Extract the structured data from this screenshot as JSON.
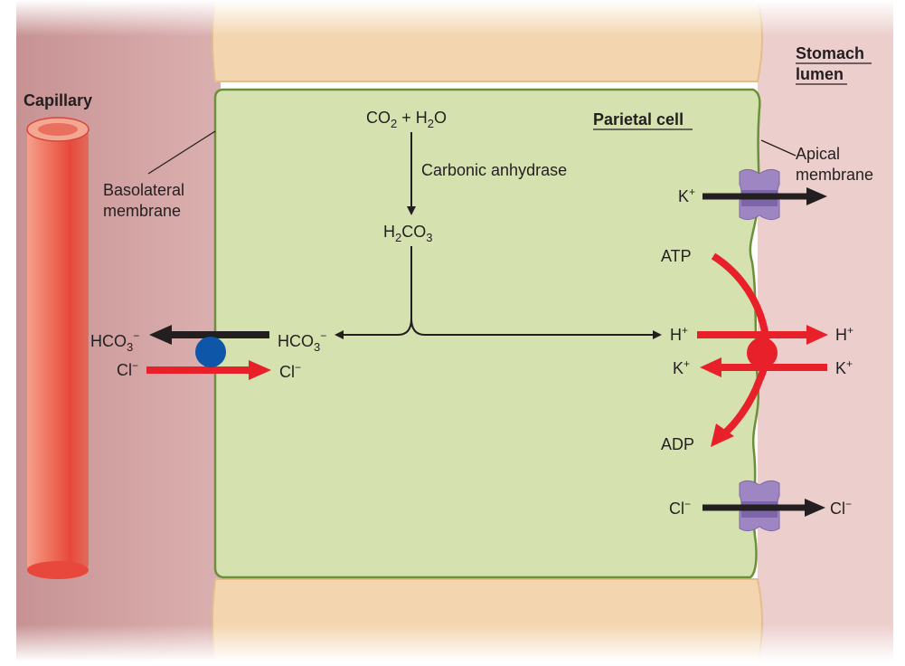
{
  "labels": {
    "capillary": "Capillary",
    "stomach_lumen_1": "Stomach",
    "stomach_lumen_2": "lumen",
    "parietal_cell": "Parietal cell",
    "basolateral_1": "Basolateral",
    "basolateral_2": "membrane",
    "apical_1": "Apical",
    "apical_2": "membrane",
    "carbonic_anhydrase": "Carbonic anhydrase",
    "atp": "ATP",
    "adp": "ADP"
  },
  "chem": {
    "co2_a": "CO",
    "co2_sub": "2",
    "plus": " + ",
    "h2o_a": "H",
    "h2o_sub": "2",
    "h2o_b": "O",
    "h2co3_a": "H",
    "h2co3_sub1": "2",
    "h2co3_b": "CO",
    "h2co3_sub2": "3",
    "hco3": "HCO",
    "hco3_sub": "3",
    "hco3_sup": "−",
    "cl": "Cl",
    "cl_sup": "−",
    "h": "H",
    "k": "K",
    "plus_charge": "+"
  },
  "colors": {
    "capillary_region": "#d7a9aa",
    "lumen_region": "#eccfcd",
    "cell_fill": "#d5e2b0",
    "cell_border": "#6b8f3b",
    "neighbor_cell": "#f3d5b0",
    "vessel": "#e8483c",
    "transport_red": "#e8202a",
    "transport_black": "#231f20",
    "exchanger_blue": "#0d56a8",
    "channel_purple": "#9d86c2"
  }
}
